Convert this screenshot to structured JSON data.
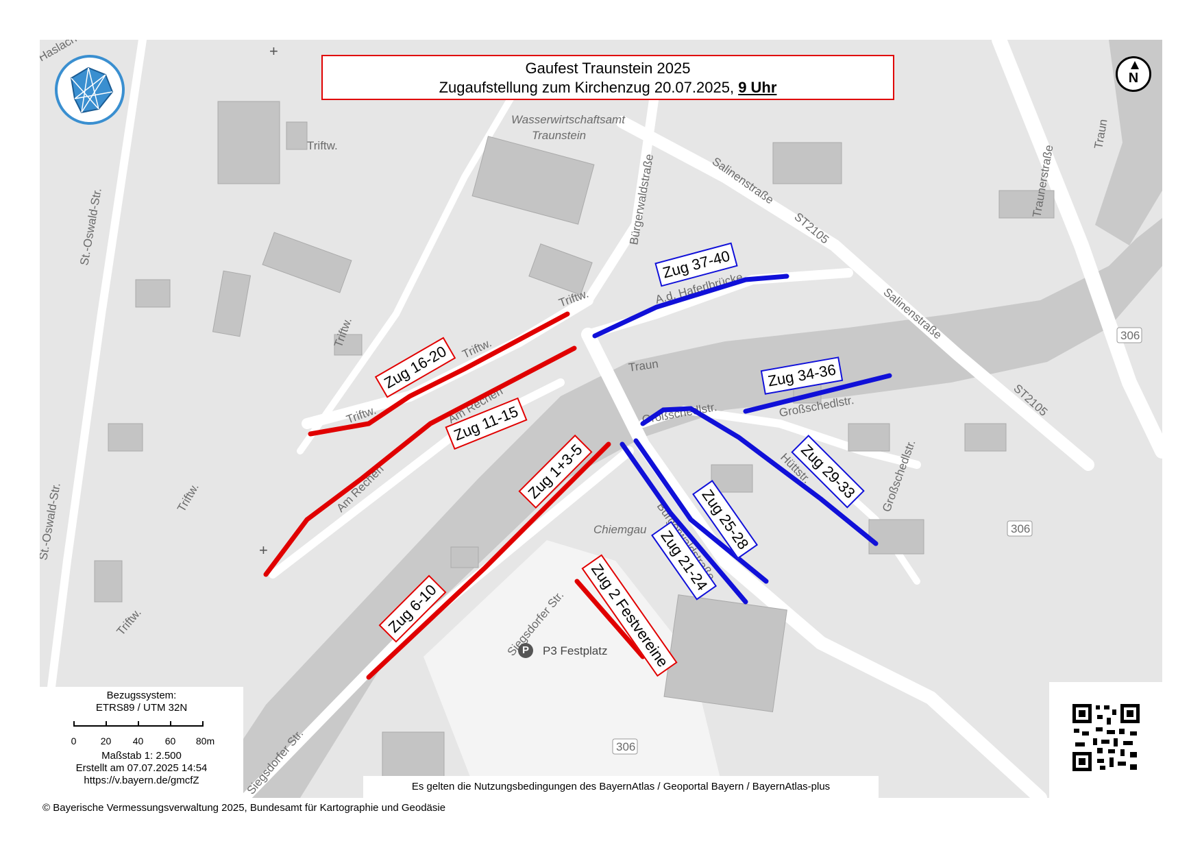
{
  "title": {
    "line1": "Gaufest Traunstein 2025",
    "line2_prefix": "Zugaufstellung zum Kirchenzug 20.07.2025, ",
    "line2_time": "9 Uhr"
  },
  "north_label": "N",
  "labels": {
    "zug_16_20": "Zug 16-20",
    "zug_11_15": "Zug 11-15",
    "zug_1_3_5": "Zug 1+3-5",
    "zug_6_10": "Zug 6-10",
    "zug_2": "Zug 2 Festvereine",
    "zug_37_40": "Zug 37-40",
    "zug_34_36": "Zug 34-36",
    "zug_29_33": "Zug 29-33",
    "zug_25_28": "Zug 25-28",
    "zug_21_24": "Zug 21-24"
  },
  "streets": {
    "haslach": "Haslach",
    "triftweg": "Triftw.",
    "st_oswald": "St.-Oswald-Str.",
    "wasserwirtschaftsamt": "Wasserwirtschaftsamt",
    "traunstein": "Traunstein",
    "buergerwaldstrasse": "Bürgerwaldstraße",
    "salinenstrasse": "Salinenstraße",
    "st2105": "ST2105",
    "haferlbruecke": "A.d. Haferlbrücke",
    "traun": "Traun",
    "am_rechen": "Am Rechen",
    "grossschedlstr": "Großschedlstr.",
    "huettstr": "Hüttstr.",
    "siegsdorfer": "Siegsdorfer Str.",
    "chiemgau": "Chiemgau",
    "traunerstrasse": "Traunerstraße",
    "road_306": "306"
  },
  "parking": {
    "icon": "P",
    "label": "P3 Festplatz"
  },
  "legend": {
    "ref_title": "Bezugssystem:",
    "ref_value": "ETRS89 / UTM 32N",
    "scale_ticks": [
      "0",
      "20",
      "40",
      "60",
      "80m"
    ],
    "scale": "Maßstab 1: 2.500",
    "created": "Erstellt am 07.07.2025 14:54",
    "url": "https://v.bayern.de/gmcfZ"
  },
  "attribution": "Es gelten die Nutzungsbedingungen des BayernAtlas / Geoportal Bayern / BayernAtlas-plus",
  "copyright": "© Bayerische Vermessungsverwaltung 2025, Bundesamt für Kartographie und Geodäsie",
  "colors": {
    "red_route": "#e00000",
    "blue_route": "#1010d8",
    "river": "#c9c9c9",
    "road": "#ffffff",
    "building": "#c4c4c4"
  },
  "icons": [
    "logo-icon",
    "north-arrow-icon",
    "parking-icon",
    "qr-code-icon",
    "church-cross-icon"
  ]
}
